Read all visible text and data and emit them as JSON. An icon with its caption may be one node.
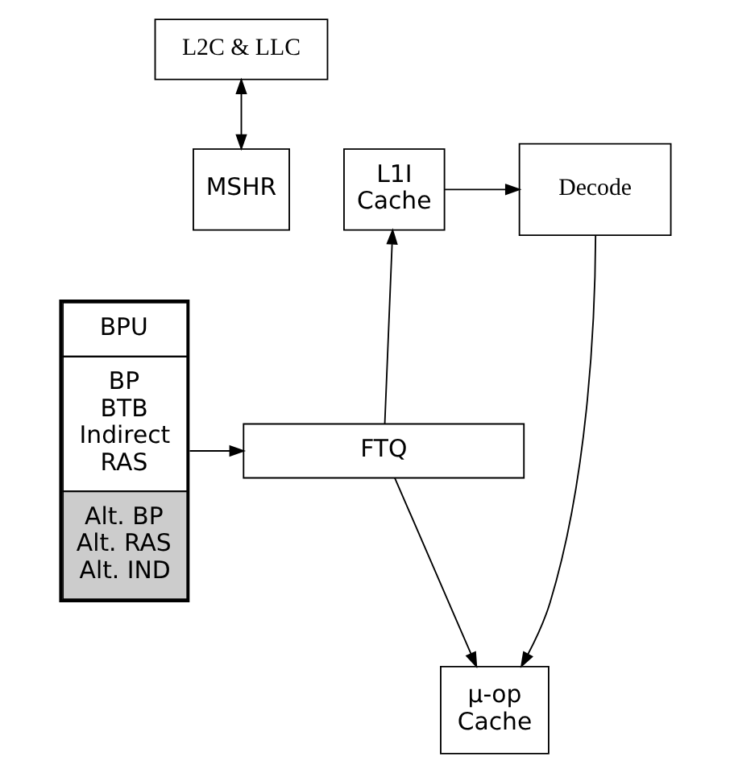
{
  "diagram": {
    "nodes": [
      {
        "text": [
          "L2C & LLC"
        ]
      },
      {
        "text": [
          "MSHR"
        ]
      },
      {
        "text": [
          "L1I Cache"
        ]
      },
      {
        "text": [
          "Decode"
        ]
      },
      {
        "text": [
          "BPU",
          "BP BTB Indirect RAS",
          "Alt. BP Alt. RAS Alt. IND"
        ]
      },
      {
        "text": [
          "FTQ"
        ]
      },
      {
        "text": [
          "μ-op Cache"
        ]
      }
    ],
    "edges": [
      {
        "from": 0,
        "to": 1,
        "arrow": "both"
      },
      {
        "from": 2,
        "to": 3,
        "arrow": "to"
      },
      {
        "from": 5,
        "to": 2,
        "arrow": "to"
      },
      {
        "from": 4,
        "to": 5,
        "arrow": "to"
      },
      {
        "from": 5,
        "to": 6,
        "arrow": "to"
      },
      {
        "from": 3,
        "to": 6,
        "arrow": "to"
      }
    ]
  }
}
